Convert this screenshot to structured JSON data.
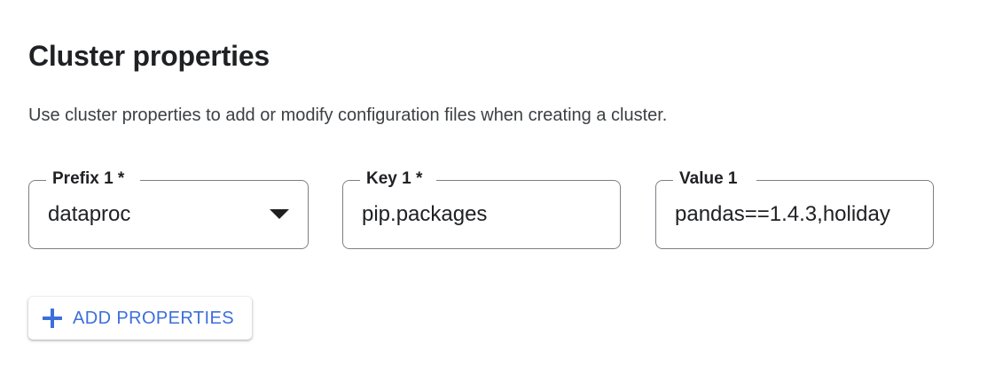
{
  "section": {
    "title": "Cluster properties",
    "description": "Use cluster properties to add or modify configuration files when creating a cluster."
  },
  "fields": [
    {
      "name": "prefix",
      "label": "Prefix 1 *",
      "value": "dataproc",
      "control": "select",
      "icon": "chevron-down-icon",
      "required": true
    },
    {
      "name": "key",
      "label": "Key 1 *",
      "value": "pip.packages",
      "control": "text",
      "required": true
    },
    {
      "name": "value",
      "label": "Value 1",
      "value": "pandas==1.4.3,holiday",
      "control": "text",
      "required": false
    }
  ],
  "add_button": {
    "label": "ADD PROPERTIES",
    "icon": "plus-icon",
    "accent_color": "#3b6fdb"
  },
  "colors": {
    "background": "#ffffff",
    "text_primary": "#202124",
    "text_secondary": "#3c4043",
    "field_border": "#7b8086",
    "accent": "#3b6fdb"
  }
}
